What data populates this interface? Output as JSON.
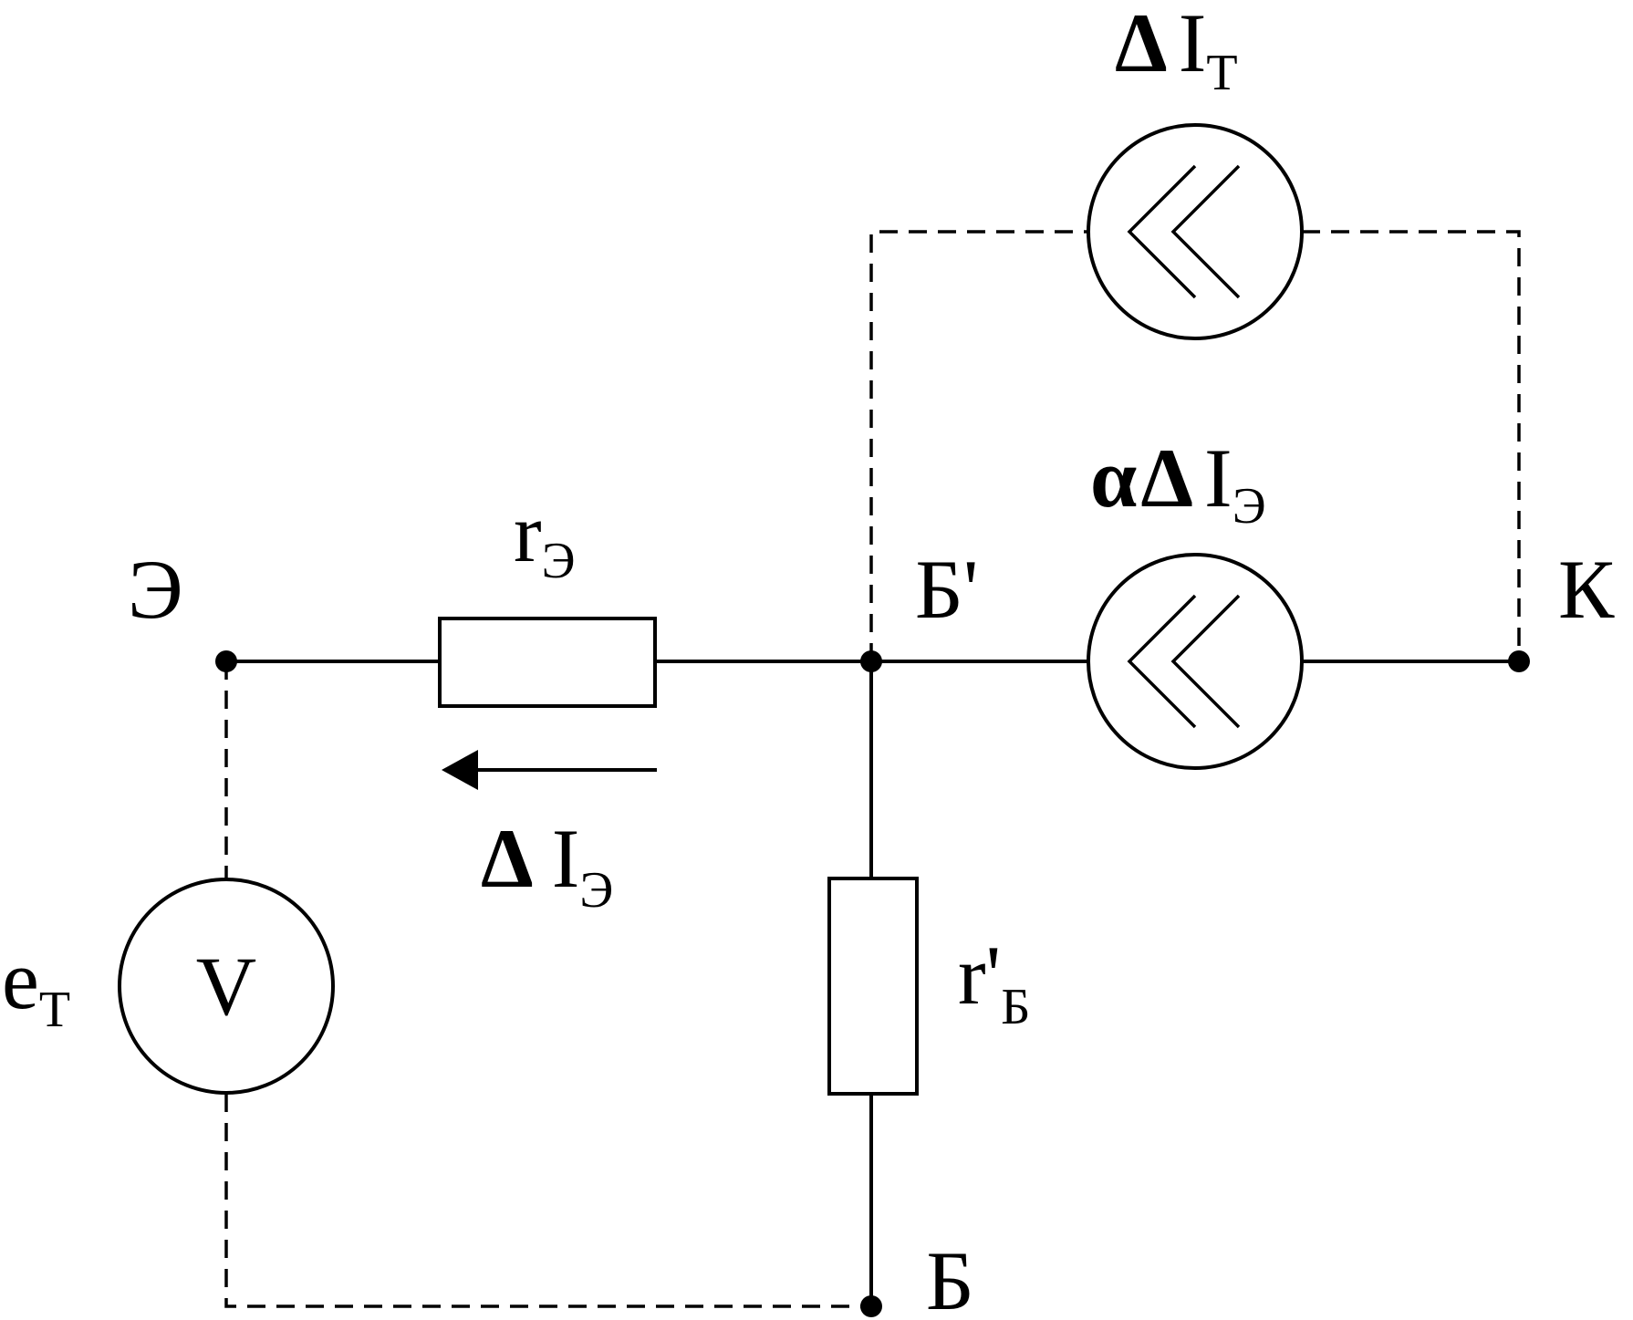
{
  "nodes": {
    "emitter": "Э",
    "base_internal": "Б'",
    "collector": "К",
    "base": "Б"
  },
  "components": {
    "emitter_resistor": {
      "symbol": "r",
      "subscript": "Э"
    },
    "base_resistor": {
      "symbol": "r'",
      "subscript": "Б"
    },
    "thermal_current_source": {
      "delta": "Δ",
      "symbol": "I",
      "subscript": "Т"
    },
    "controlled_current_source": {
      "alpha": "α",
      "delta": "Δ",
      "symbol": "I",
      "subscript": "Э"
    },
    "thermal_emf_source": {
      "symbol": "e",
      "subscript": "Т",
      "inner": "V"
    }
  },
  "annotations": {
    "emitter_current": {
      "delta": "Δ",
      "symbol": "I",
      "subscript": "Э"
    }
  }
}
